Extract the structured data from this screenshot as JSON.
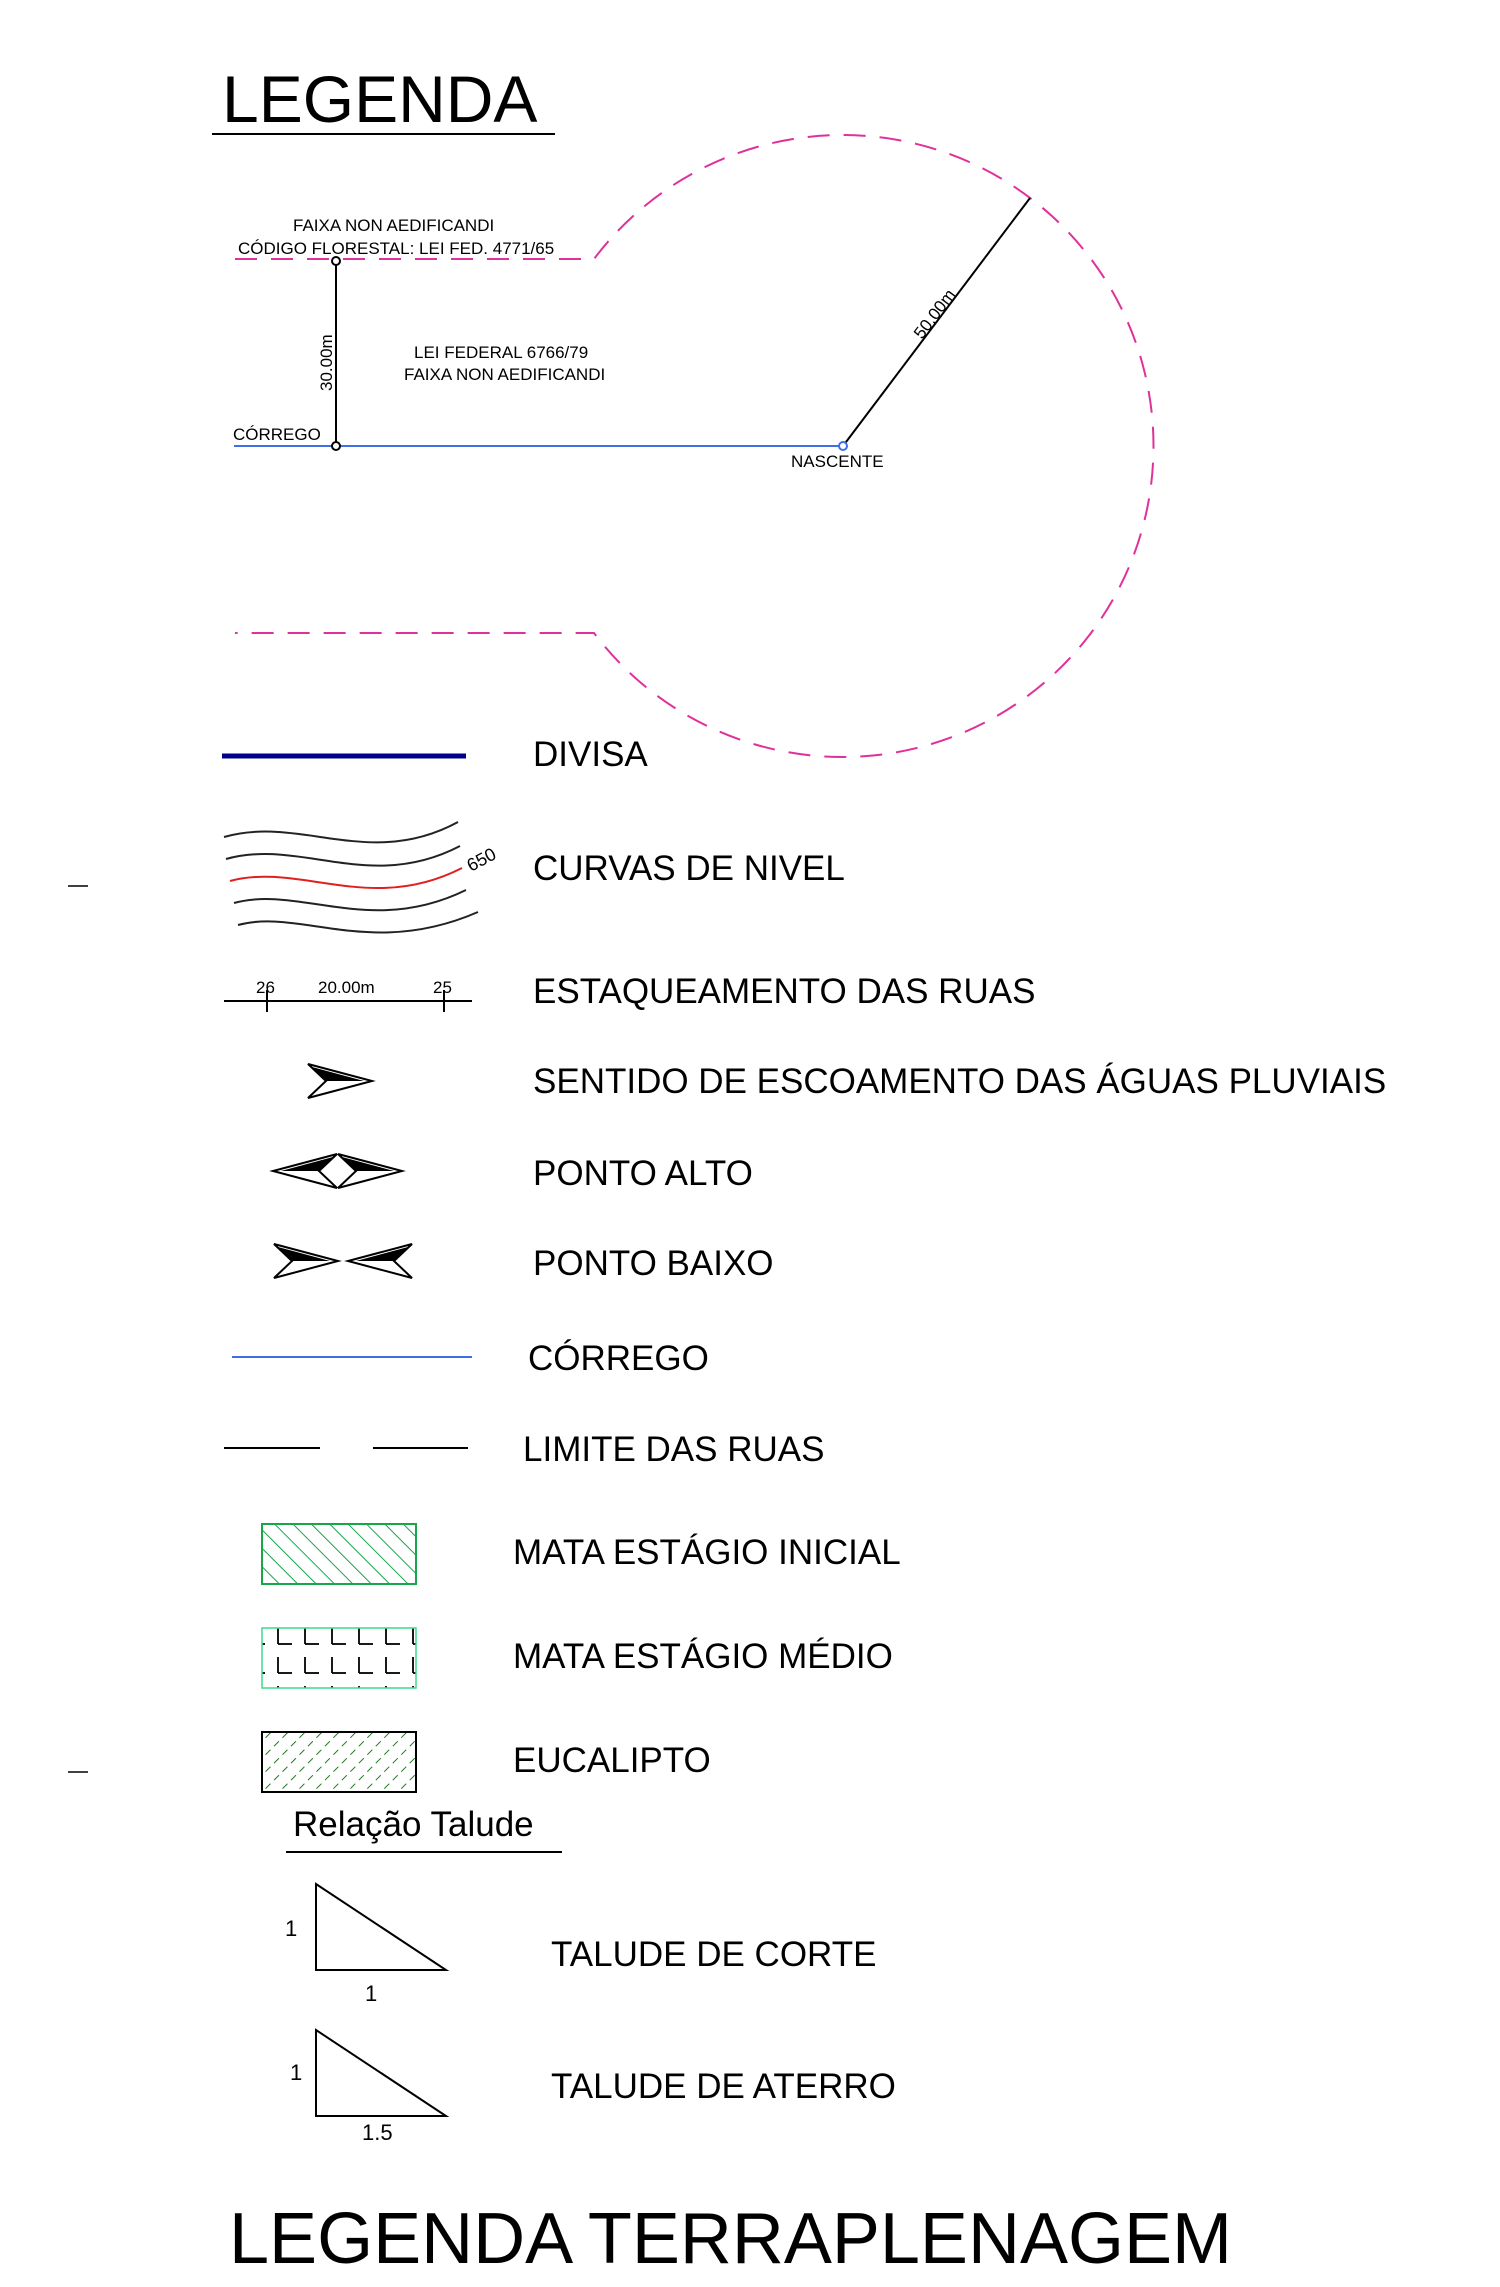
{
  "title": "LEGENDA",
  "footer_title": "LEGENDA TERRAPLENAGEM",
  "app_diagram": {
    "faixa_label_1": "FAIXA NON AEDIFICANDI",
    "faixa_label_2": "CÓDIGO FLORESTAL: LEI FED. 4771/65",
    "lei_label_1": "LEI FEDERAL 6766/79",
    "lei_label_2": "FAIXA NON AEDIFICANDI",
    "dim_30": "30.00m",
    "dim_50": "50.00m",
    "corrego_label": "CÓRREGO",
    "nascente_label": "NASCENTE"
  },
  "legend_items": {
    "divisa": "DIVISA",
    "curvas": "CURVAS DE NIVEL",
    "curvas_value": "650",
    "estaqueamento": "ESTAQUEAMENTO DAS RUAS",
    "estaca_left": "26",
    "estaca_right": "25",
    "estaca_dist": "20.00m",
    "sentido": "SENTIDO DE ESCOAMENTO DAS ÁGUAS PLUVIAIS",
    "ponto_alto": "PONTO ALTO",
    "ponto_baixo": "PONTO BAIXO",
    "corrego": "CÓRREGO",
    "limite": "LIMITE DAS RUAS",
    "mata_inicial": "MATA ESTÁGIO INICIAL",
    "mata_medio": "MATA ESTÁGIO MÉDIO",
    "eucalipto": "EUCALIPTO"
  },
  "talude": {
    "heading": "Relação Talude",
    "corte_label": "TALUDE DE CORTE",
    "corte_vertical": "1",
    "corte_horizontal": "1",
    "aterro_label": "TALUDE DE ATERRO",
    "aterro_vertical": "1",
    "aterro_horizontal": "1.5"
  },
  "colors": {
    "app_boundary": "#e0309c",
    "divisa": "#00008b",
    "corrego": "#3f6ee6",
    "contour_highlight": "#e02020",
    "mata_green": "#18a64a",
    "eucalipto_green": "#1f7a1f",
    "mata_medio_border": "#3fd98a"
  }
}
